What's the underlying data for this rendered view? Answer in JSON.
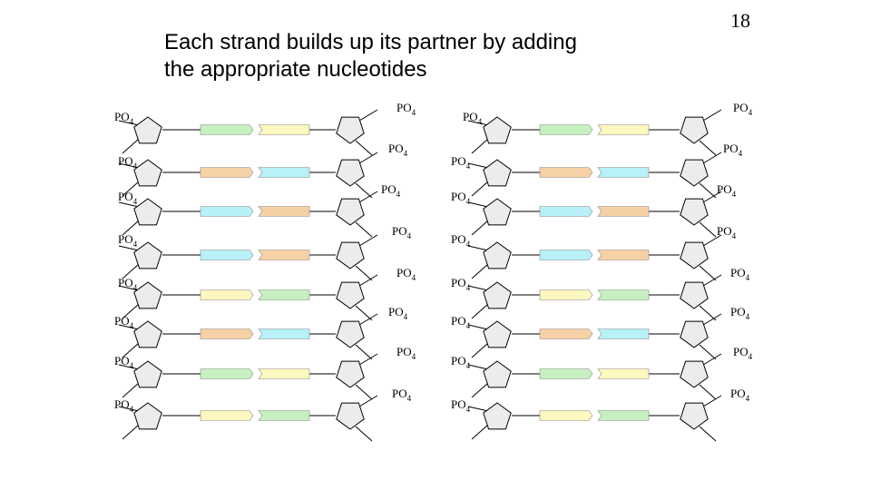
{
  "slide": {
    "title_line1": "Each strand builds up its partner by adding",
    "title_line2": "the appropriate nucleotides",
    "number": "18"
  },
  "phosphate": {
    "text": "PO",
    "sub": "4"
  },
  "colors": {
    "A": "#c6f0c0",
    "T": "#fdf7c0",
    "C": "#f7d1a6",
    "G": "#b8f1f7",
    "sugar_fill": "#ececec",
    "stroke": "#000000"
  },
  "strands": [
    {
      "name": "left-duplex",
      "pairs": [
        [
          "A",
          "T"
        ],
        [
          "C",
          "G"
        ],
        [
          "G",
          "C"
        ],
        [
          "G",
          "C"
        ],
        [
          "T",
          "A"
        ],
        [
          "C",
          "G"
        ],
        [
          "A",
          "T"
        ],
        [
          "T",
          "A"
        ]
      ]
    },
    {
      "name": "right-duplex",
      "pairs": [
        [
          "A",
          "T"
        ],
        [
          "C",
          "G"
        ],
        [
          "G",
          "C"
        ],
        [
          "G",
          "C"
        ],
        [
          "T",
          "A"
        ],
        [
          "C",
          "G"
        ],
        [
          "A",
          "T"
        ],
        [
          "T",
          "A"
        ]
      ]
    }
  ]
}
